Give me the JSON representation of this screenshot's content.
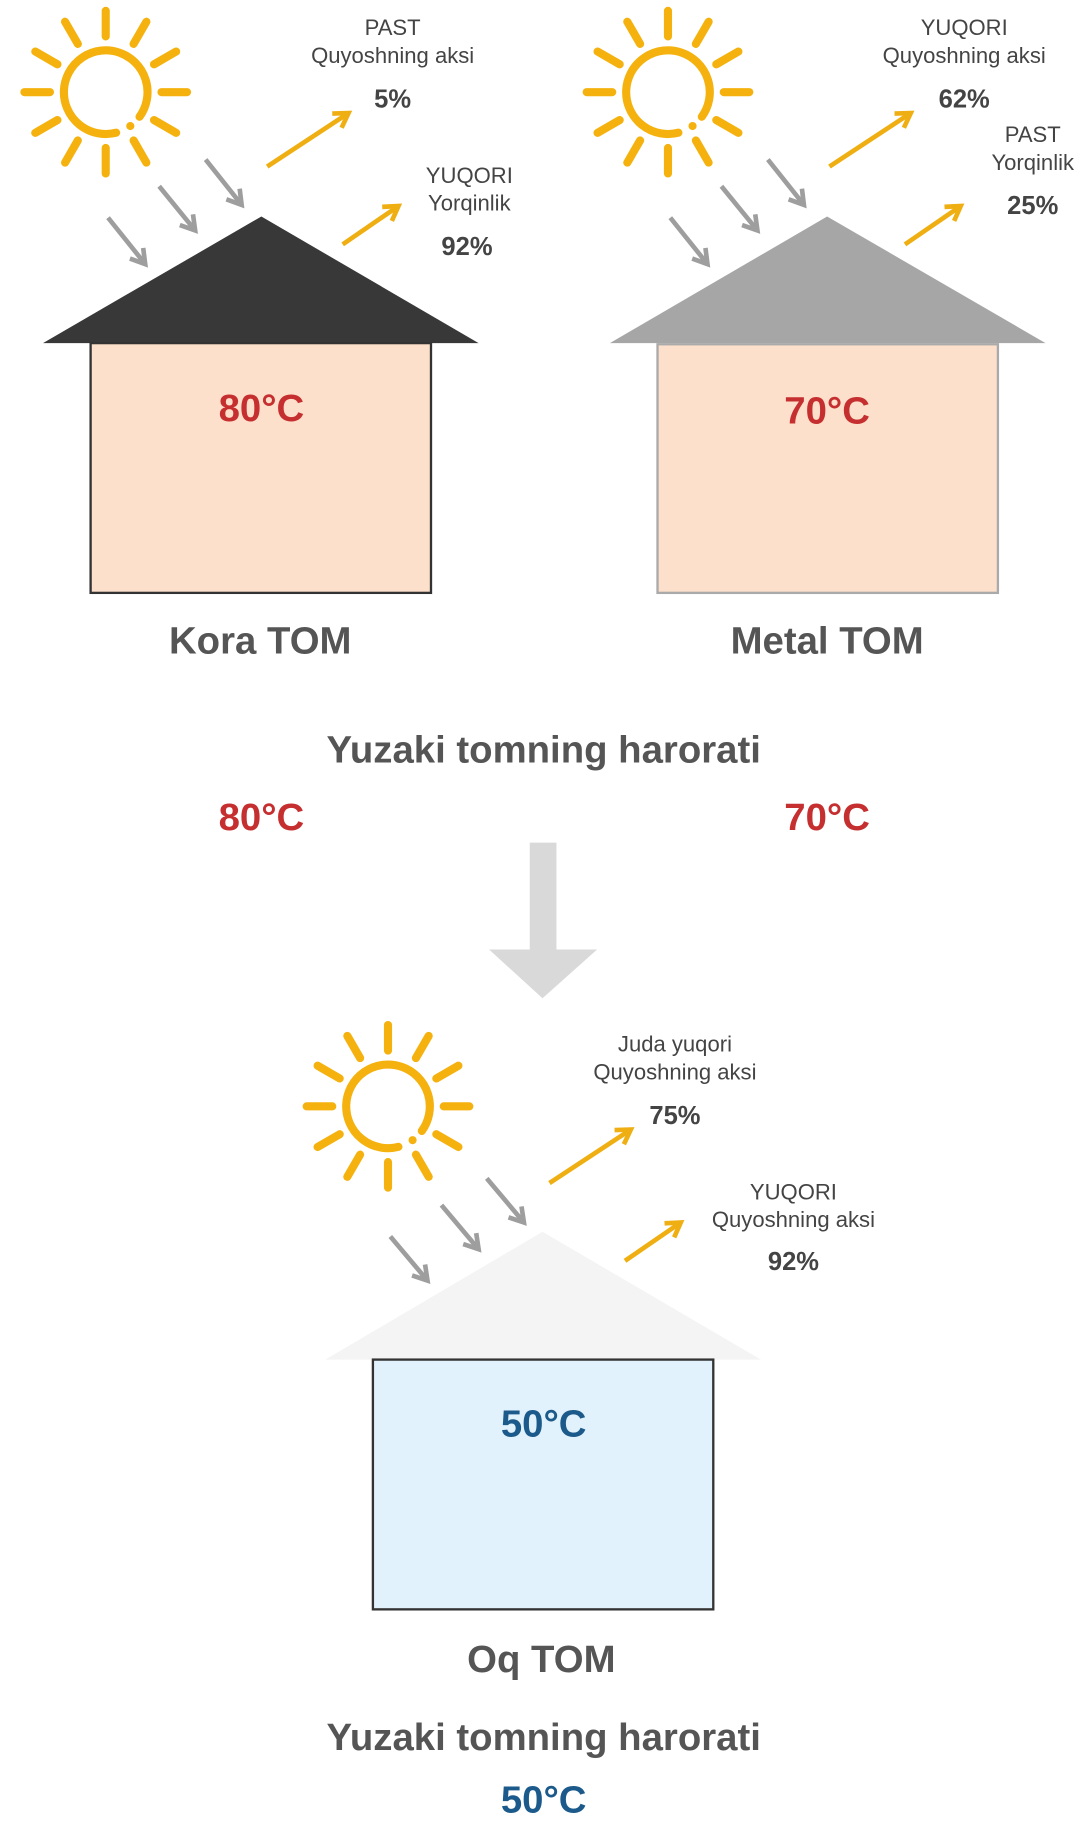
{
  "houses": [
    {
      "name": "Kora TOM",
      "inside_temp": "80°C",
      "reflect_level": "PAST",
      "reflect_label": "Quyoshning aksi",
      "reflect_pct": "5%",
      "second_level": "YUQORI",
      "second_label": "Yorqinlik",
      "second_pct": "92%",
      "roof_color": "#383838",
      "wall_color": "#fde0cb",
      "wall_stroke": "#333333"
    },
    {
      "name": "Metal TOM",
      "inside_temp": "70°C",
      "reflect_level": "YUQORI",
      "reflect_label": "Quyoshning aksi",
      "reflect_pct": "62%",
      "second_level": "PAST",
      "second_label": "Yorqinlik",
      "second_pct": "25%",
      "roof_color": "#a6a6a6",
      "wall_color": "#fde0cb",
      "wall_stroke": "#aaaaaa"
    },
    {
      "name": "Oq TOM",
      "inside_temp": "50°C",
      "reflect_level": "Juda yuqori",
      "reflect_label": "Quyoshning aksi",
      "reflect_pct": "75%",
      "second_level": "YUQORI",
      "second_label": "Quyoshning aksi",
      "second_pct": "92%",
      "roof_color": "#f4f4f4",
      "wall_color": "#e2f2fc",
      "wall_stroke": "#333333"
    }
  ],
  "comparison": {
    "heading": "Yuzaki tomning harorati",
    "temp_left": "80°C",
    "temp_right": "70°C"
  },
  "result": {
    "heading": "Yuzaki tomning harorati",
    "temp": "50°C"
  },
  "colors": {
    "hot": "#c62f2f",
    "cool": "#1b5a8a",
    "sun": "#f5b20e",
    "arrow_down": "#d9d9d9"
  }
}
